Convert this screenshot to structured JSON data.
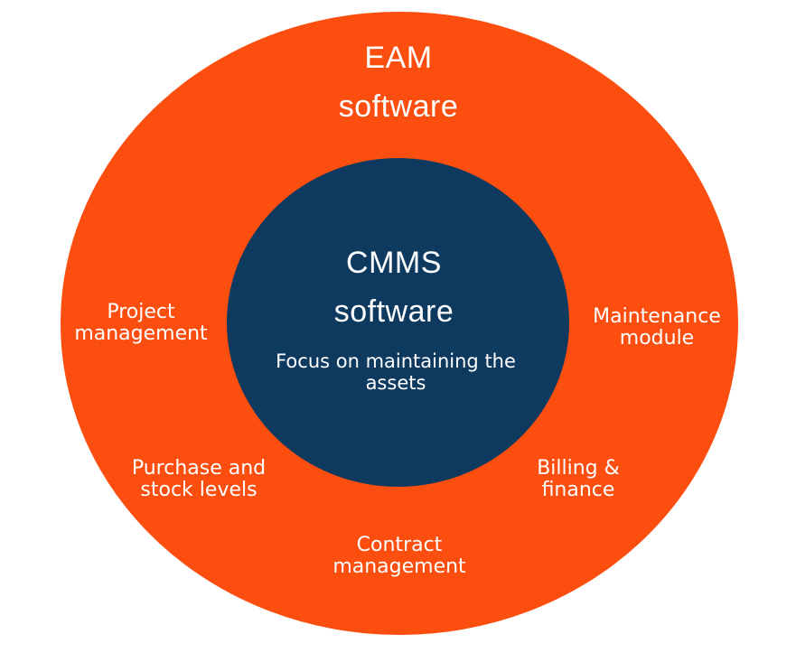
{
  "diagram": {
    "background_color": "#ffffff",
    "text_color": "#ffffff",
    "outer_circle": {
      "label": "EAM\nsoftware",
      "color": "#FB4E0F"
    },
    "inner_circle": {
      "label": "CMMS\nsoftware",
      "description": "Focus on maintaining the\nassets",
      "color": "#0F3A60"
    },
    "eam_features": [
      {
        "id": "project-management",
        "label": "Project\nmanagement"
      },
      {
        "id": "maintenance-module",
        "label": "Maintenance\nmodule"
      },
      {
        "id": "purchase-stock-levels",
        "label": "Purchase and\nstock levels"
      },
      {
        "id": "billing-finance",
        "label": "Billing &\nfinance"
      },
      {
        "id": "contract-management",
        "label": "Contract\nmanagement"
      }
    ]
  }
}
